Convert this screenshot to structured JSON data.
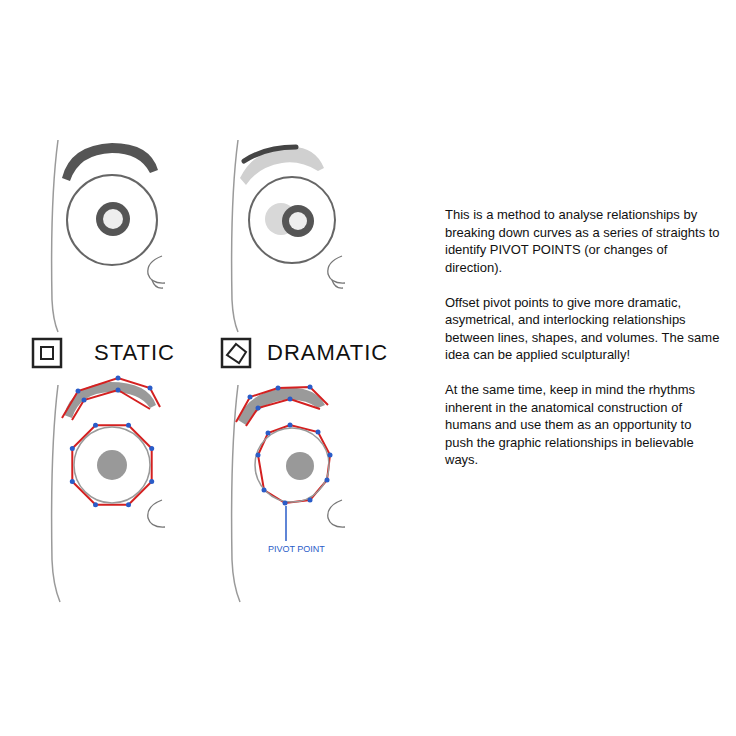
{
  "diagram": {
    "labels": [
      "STATIC",
      "DRAMATIC",
      "PIVOT POINT",
      "This is a method to analyse relationships by breaking down curves as a series of straights to identify PIVOT POINTS (or changes of direction).",
      "Offset pivot points to give more dramatic, asymetrical, and interlocking relationships between lines, shapes, and volumes.  The same idea can be applied sculpturally!",
      "At the same time, keep in mind the rhythms inherent in the anatomical construction of humans and use them as an opportunity to push the graphic relationships in believable ways."
    ]
  }
}
